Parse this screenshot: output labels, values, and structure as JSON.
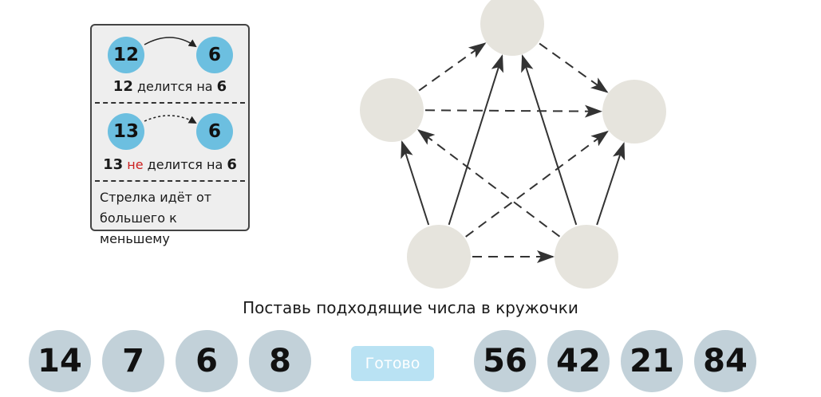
{
  "legend": {
    "example_divisible": {
      "from": "12",
      "to": "6",
      "num": "12",
      "verb": "делится на",
      "den": "6"
    },
    "example_not_divisible": {
      "from": "13",
      "to": "6",
      "num": "13",
      "neg": "не",
      "verb": "делится на",
      "den": "6"
    },
    "note_line1": "Стрелка идёт от",
    "note_line2": "большего к меньшему"
  },
  "instruction": "Поставь подходящие числа в кружочки",
  "numbers_left": [
    "14",
    "7",
    "6",
    "8"
  ],
  "numbers_right": [
    "56",
    "42",
    "21",
    "84"
  ],
  "done_label": "Готово",
  "colors": {
    "legend_circle": "#6cbfe0",
    "graph_node": "#e6e4dd",
    "number_chip": "#c2d1d9",
    "done_button": "#b9e2f3",
    "negation": "#cc1f1f"
  }
}
